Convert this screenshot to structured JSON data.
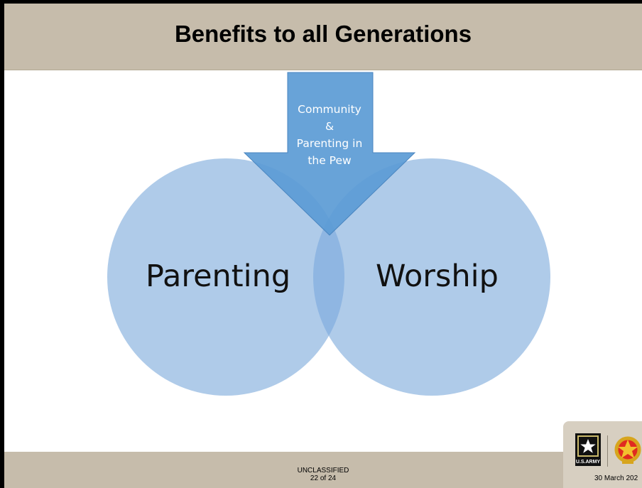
{
  "slide": {
    "title": "Benefits to all Generations"
  },
  "diagram": {
    "arrow_lines": [
      "Community",
      "&",
      "Parenting in",
      "the Pew"
    ],
    "left_circle_label": "Parenting",
    "right_circle_label": "Worship",
    "colors": {
      "circle_fill": "#afcbe9",
      "overlap_fill": "#8fb6e2",
      "arrow_fill": "#5b9bd5",
      "arrow_stroke": "#4a86c0"
    }
  },
  "footer": {
    "classification": "UNCLASSIFIED",
    "page": "22 of 24",
    "date": "30 March 202",
    "logo_text": "U.S.ARMY"
  }
}
